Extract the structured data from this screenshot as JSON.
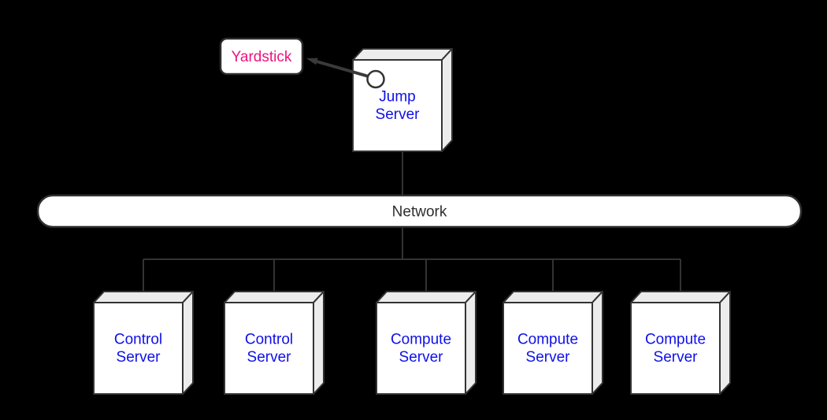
{
  "colors": {
    "background": "#000000",
    "node_face": "#ffffff",
    "node_side": "#ececec",
    "outline": "#333333",
    "server_label_blue": "#0f10e8",
    "yardstick_label_pink": "#ee1480",
    "network_label_dark": "#2e2e2e"
  },
  "yardstick": {
    "label": "Yardstick"
  },
  "jump_server": {
    "line1": "Jump",
    "line2": "Server"
  },
  "network": {
    "label": "Network"
  },
  "servers": [
    {
      "line1": "Control",
      "line2": "Server"
    },
    {
      "line1": "Control",
      "line2": "Server"
    },
    {
      "line1": "Compute",
      "line2": "Server"
    },
    {
      "line1": "Compute",
      "line2": "Server"
    },
    {
      "line1": "Compute",
      "line2": "Server"
    }
  ]
}
